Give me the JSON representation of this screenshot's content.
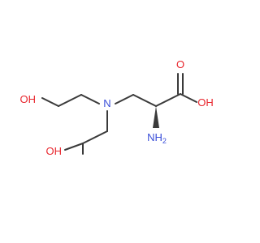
{
  "molecule": {
    "atoms": {
      "oh_left": "OH",
      "oh_bottom": "OH",
      "nitrogen": "N",
      "amine": "NH",
      "amine_subscript": "2",
      "carbonyl_o": "O",
      "acid_oh": "OH"
    },
    "colors": {
      "bond": "#3a3a3a",
      "oxygen": "#e8262d",
      "nitrogen": "#3b4fd9",
      "background": "#ffffff"
    }
  }
}
